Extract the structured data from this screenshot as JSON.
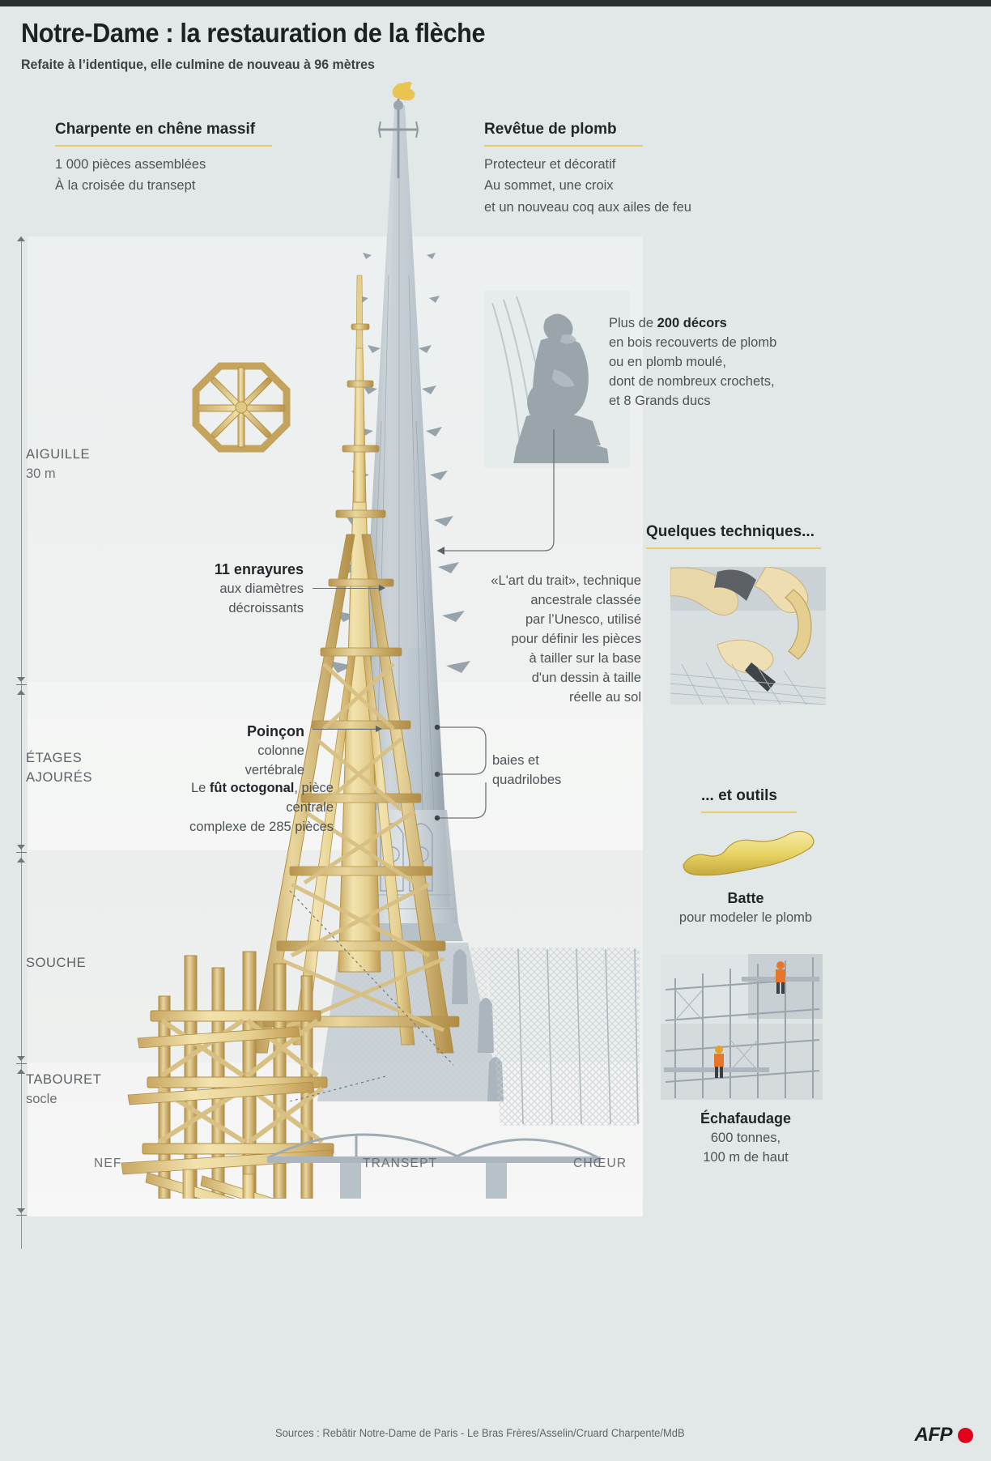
{
  "header": {
    "title": "Notre-Dame : la restauration de la flèche",
    "subtitle": "Refaite à l’identique, elle culmine de nouveau à 96 mètres"
  },
  "left_block": {
    "title": "Charpente en chêne massif",
    "line1": "1 000 pièces assemblées",
    "line2": "À la croisée du transept"
  },
  "right_block": {
    "title": "Revêtue de plomb",
    "line1": "Protecteur et décoratif",
    "line2": "Au sommet, une croix",
    "line3": "et un nouveau coq aux ailes de feu"
  },
  "sections": [
    {
      "name": "AIGUILLE",
      "sub": "30 m"
    },
    {
      "name": "ÉTAGES",
      "sub": "AJOURÉS"
    },
    {
      "name": "SOUCHE",
      "sub": ""
    },
    {
      "name": "TABOURET",
      "sub": "socle"
    }
  ],
  "callouts": {
    "enrayures_title": "11 enrayures",
    "enrayures_l1": "aux diamètres",
    "enrayures_l2": "décroissants",
    "poincon_title": "Poinçon",
    "poincon_l1": "colonne",
    "poincon_l2": "vertébrale",
    "fut_pre": "Le ",
    "fut_bold": "fût octogonal",
    "fut_l1": ", pièce centrale",
    "fut_l2": "complexe de 285 pièces",
    "baies_l1": "baies et",
    "baies_l2": "quadrilobes"
  },
  "decors": {
    "pre": "Plus de ",
    "bold": "200 décors",
    "l2": "en bois recouverts de plomb",
    "l3": "ou en plomb moulé,",
    "l4": "dont de nombreux crochets,",
    "l5": "et 8 Grands ducs"
  },
  "techniques": {
    "heading": "Quelques techniques...",
    "l1": "«L'art du trait», technique",
    "l2": "ancestrale classée",
    "l3": "par l’Unesco, utilisé",
    "l4": "pour définir les pièces",
    "l5": "à tailler sur la base",
    "l6": "d'un dessin à taille",
    "l7": "réelle au sol"
  },
  "tools": {
    "heading": "... et outils",
    "batte_title": "Batte",
    "batte_sub": "pour modeler le plomb",
    "scaffold_title": "Échafaudage",
    "scaffold_l1": "600 tonnes,",
    "scaffold_l2": "100 m de haut"
  },
  "bottom_labels": {
    "nef": "NEF",
    "transept": "TRANSEPT",
    "choeur": "CHŒUR"
  },
  "footer": {
    "sources": "Sources : Rebâtir Notre-Dame de Paris - Le Bras Frères/Asselin/Cruard Charpente/MdB",
    "agency": "AFP"
  },
  "colors": {
    "background": "#e2e8e8",
    "accent_gold": "#e9c96a",
    "wood": "#e9d79a",
    "wood_dark": "#c8a860",
    "lead_grey": "#b8c2c8",
    "afp_red": "#e2001a",
    "text_dark": "#22262a",
    "text_body": "#4c5256"
  }
}
